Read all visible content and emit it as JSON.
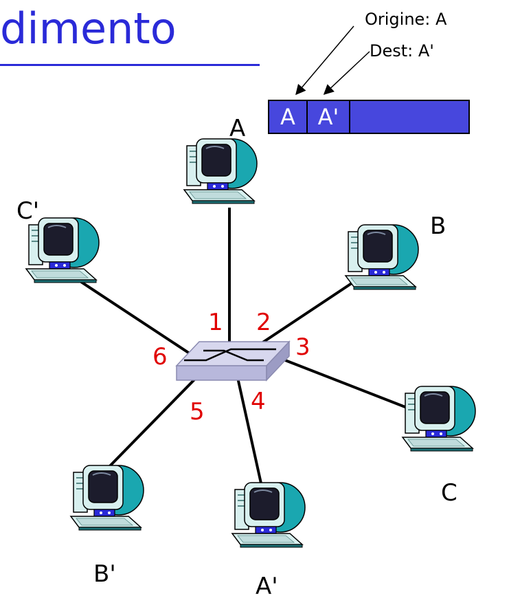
{
  "title": "dimento",
  "annotation": {
    "source": "Origine: A",
    "dest": "Dest: A'"
  },
  "frame": {
    "src_field": "A",
    "dst_field": "A'"
  },
  "hosts": {
    "A": "A",
    "B": "B",
    "C": "C",
    "A_prime": "A'",
    "B_prime": "B'",
    "C_prime": "C'"
  },
  "ports": [
    "1",
    "2",
    "3",
    "4",
    "5",
    "6"
  ],
  "colors": {
    "title": "#2a2ad8",
    "ports": "#e00000",
    "frame": "#4747dd",
    "switch": "#b8b8dc"
  }
}
